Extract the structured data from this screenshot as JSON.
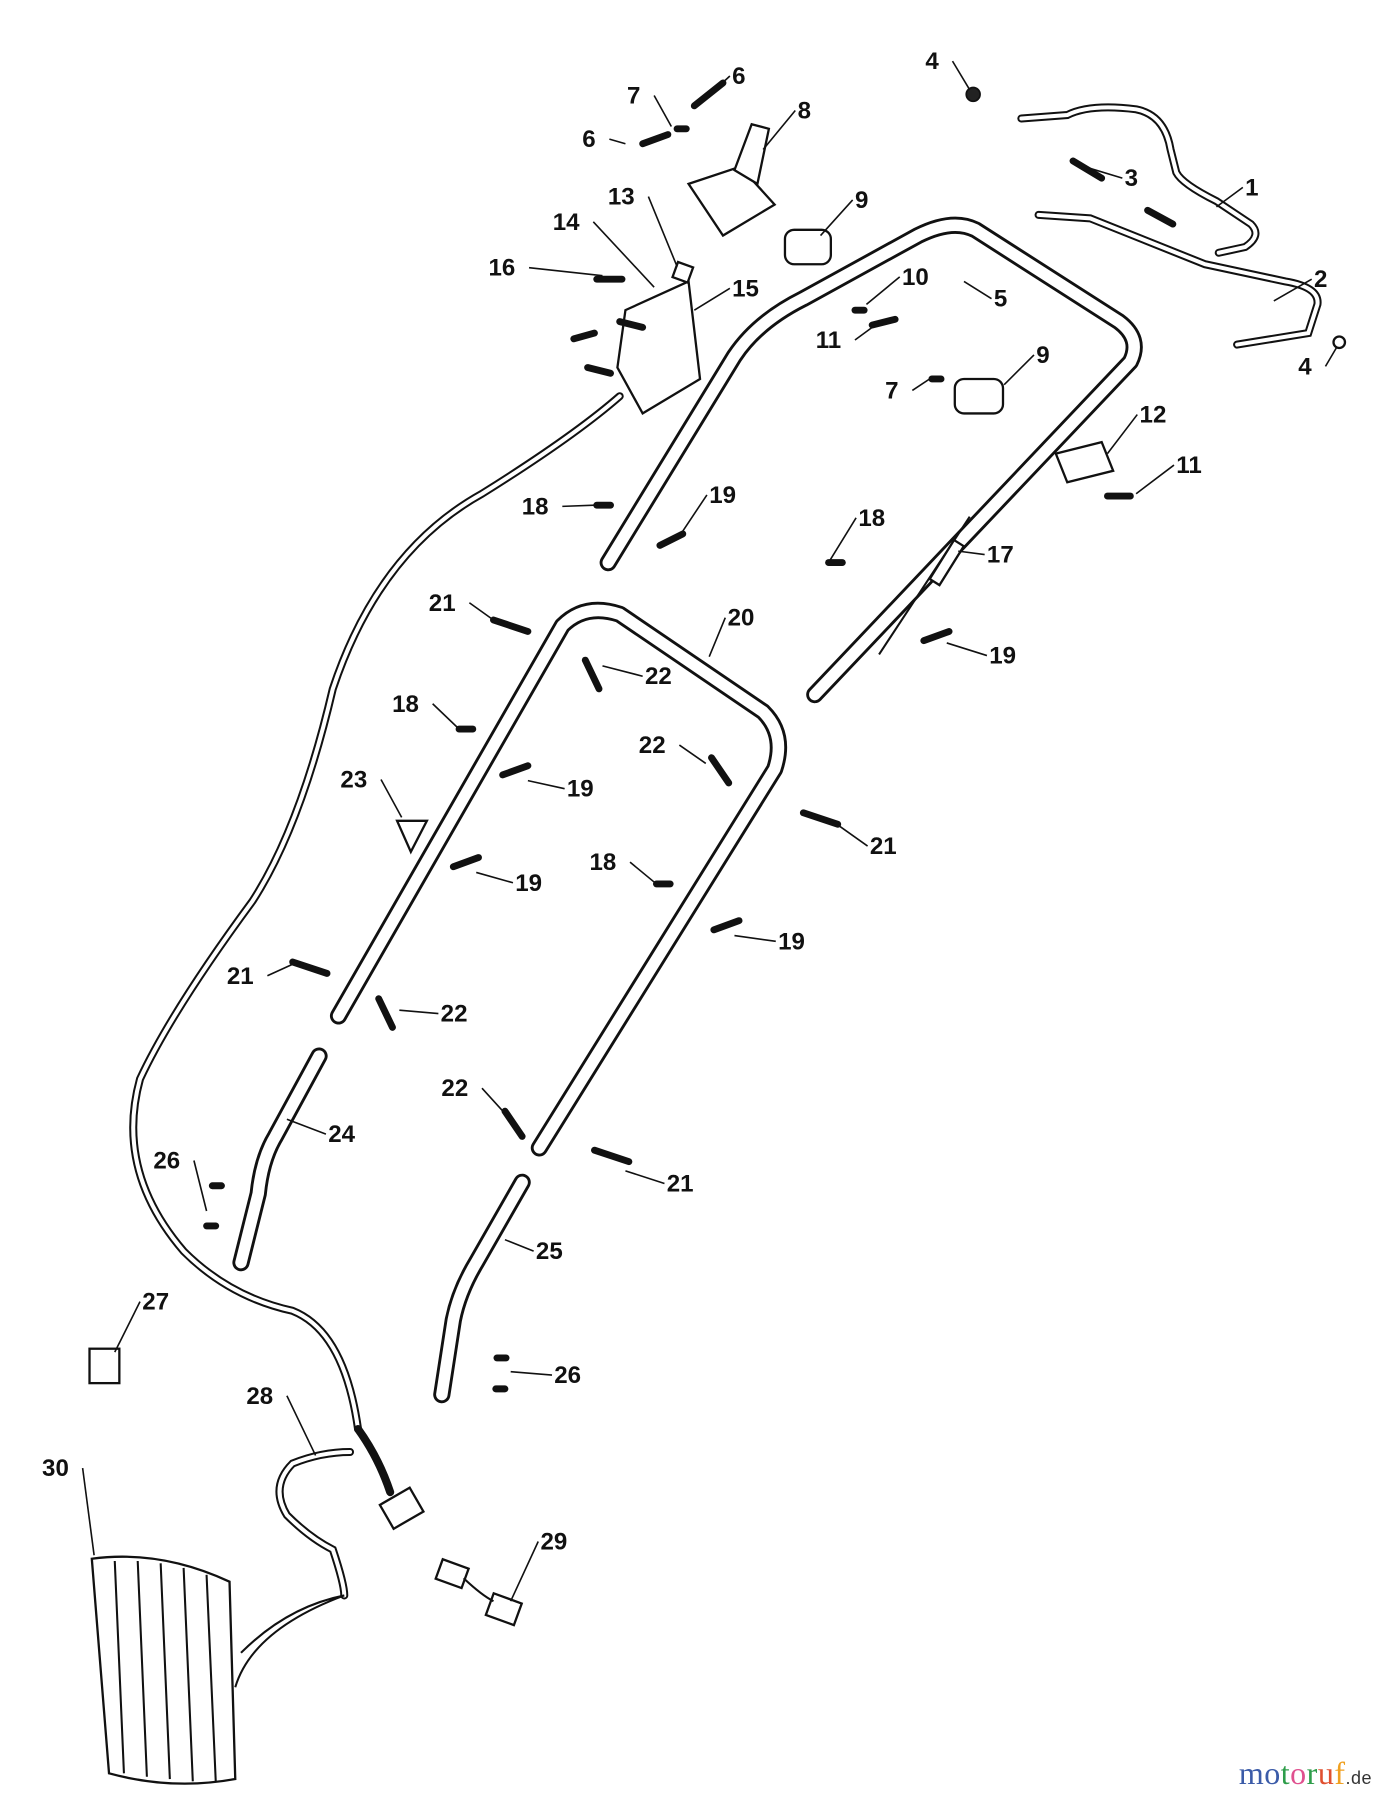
{
  "diagram": {
    "part_labels": [
      "4",
      "6",
      "7",
      "8",
      "6",
      "3",
      "1",
      "9",
      "13",
      "14",
      "16",
      "15",
      "10",
      "5",
      "2",
      "11",
      "9",
      "4",
      "7",
      "12",
      "11",
      "19",
      "18",
      "18",
      "17",
      "21",
      "20",
      "19",
      "22",
      "18",
      "22",
      "23",
      "19",
      "21",
      "18",
      "19",
      "19",
      "21",
      "22",
      "22",
      "24",
      "26",
      "21",
      "25",
      "27",
      "26",
      "28",
      "30",
      "29"
    ]
  },
  "watermark": {
    "letters": [
      "m",
      "o",
      "t",
      "o",
      "r",
      "u",
      "f"
    ],
    "suffix": ".de",
    "colors": [
      "#3b5ba8",
      "#3b5ba8",
      "#2e9d4a",
      "#e0508f",
      "#2e9d4a",
      "#e05030",
      "#f0a020"
    ]
  }
}
